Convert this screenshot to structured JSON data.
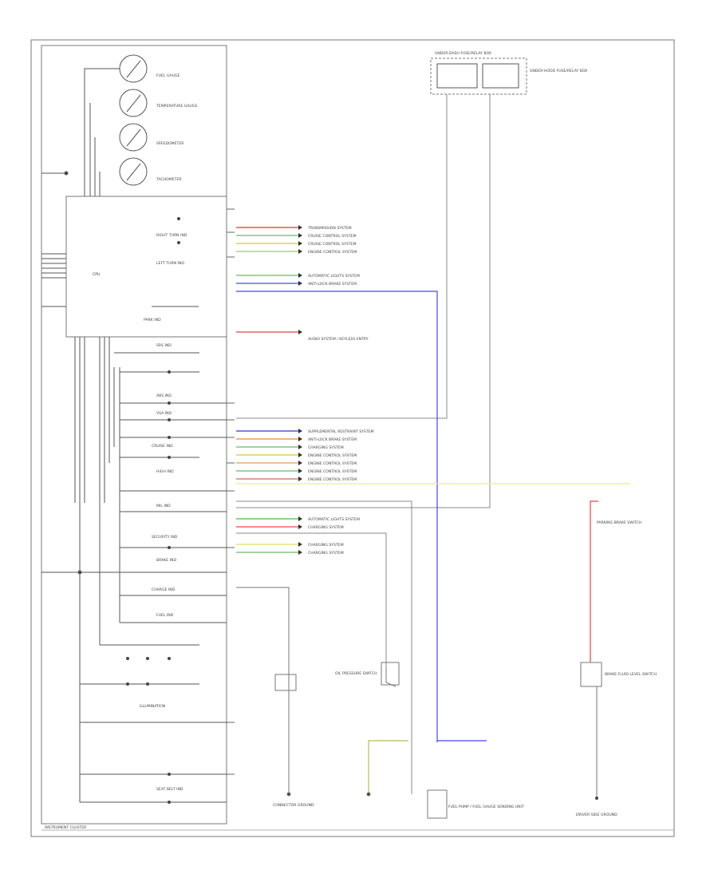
{
  "diagram": {
    "footer_label": "INSTRUMENT CLUSTER",
    "gauges": [
      {
        "label": "FUEL GAUGE"
      },
      {
        "label": "TEMPERATURE GAUGE"
      },
      {
        "label": "SPEEDOMETER"
      },
      {
        "label": "TACHOMETER"
      }
    ],
    "cpu_label": "CPU",
    "indicators_left": [
      {
        "label": "RIGHT TURN IND"
      },
      {
        "label": "LEFT TURN IND"
      },
      {
        "label": "PARK IND"
      },
      {
        "label": "SRS IND"
      },
      {
        "label": "ABS IND"
      },
      {
        "label": "VSA IND"
      },
      {
        "label": "CRUISE IND"
      },
      {
        "label": "HIGH IND"
      },
      {
        "label": "MIL IND"
      },
      {
        "label": "SECURITY IND"
      },
      {
        "label": "BRAKE IND"
      },
      {
        "label": "CHARGE IND"
      },
      {
        "label": "FUEL IND"
      },
      {
        "label": "ILLUMINATION"
      },
      {
        "label": "SEAT BELT IND"
      }
    ],
    "right_connector_wires": [
      {
        "color": "#d33",
        "label": "TRANSMISSION SYSTEM"
      },
      {
        "color": "#6b6",
        "label": "CRUISE CONTROL SYSTEM"
      },
      {
        "color": "#cc3",
        "label": "CRUISE CONTROL SYSTEM"
      },
      {
        "color": "#9c6",
        "label": "ENGINE CONTROL SYSTEM"
      },
      {
        "color": "#6b6",
        "label": "AUTOMATIC LIGHTS SYSTEM"
      },
      {
        "color": "#44f",
        "label": "ANTI-LOCK BRAKE SYSTEM"
      },
      {
        "color": "#d44",
        "label": "AUDIO SYSTEM / KEYLESS ENTRY"
      },
      {
        "color": "#33c",
        "label": "SUPPLEMENTAL RESTRAINT SYSTEM"
      },
      {
        "color": "#e83",
        "label": "ANTI-LOCK BRAKE SYSTEM"
      },
      {
        "color": "#6b6",
        "label": "CHARGING SYSTEM"
      },
      {
        "color": "#cc3",
        "label": "ENGINE CONTROL SYSTEM"
      },
      {
        "color": "#e95",
        "label": "ENGINE CONTROL SYSTEM"
      },
      {
        "color": "#6b6",
        "label": "ENGINE CONTROL SYSTEM"
      },
      {
        "color": "#c66",
        "label": "ENGINE CONTROL SYSTEM"
      },
      {
        "color": "#4b4",
        "label": "AUTOMATIC LIGHTS SYSTEM"
      },
      {
        "color": "#e44",
        "label": "CHARGING SYSTEM"
      },
      {
        "color": "#dd6",
        "label": "CHARGING SYSTEM"
      },
      {
        "color": "#6b6",
        "label": "CHARGING SYSTEM"
      }
    ],
    "top_components": [
      {
        "label": "UNDER-DASH FUSE/RELAY BOX"
      },
      {
        "label": "UNDER-HOOD FUSE/RELAY BOX"
      }
    ],
    "bottom_components": [
      {
        "label": "CONNECTOR GROUND"
      },
      {
        "label": "OIL PRESSURE SWITCH"
      },
      {
        "label": "FUEL PUMP / FUEL GAUGE SENDING UNIT"
      },
      {
        "label": "BRAKE FLUID LEVEL SWITCH"
      },
      {
        "label": "PARKING BRAKE SWITCH"
      },
      {
        "label": "DRIVER SIDE GROUND"
      }
    ]
  }
}
